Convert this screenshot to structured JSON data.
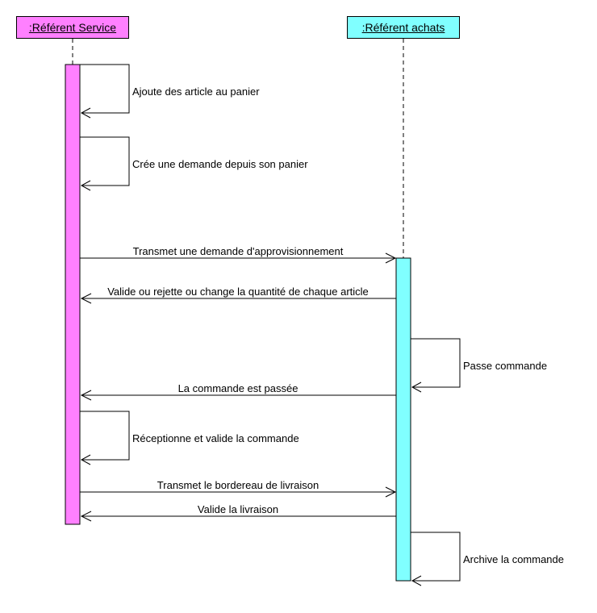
{
  "participants": [
    {
      "id": "service",
      "label": ":Référent Service",
      "color": "#ff80ff"
    },
    {
      "id": "achats",
      "label": ":Référent achats",
      "color": "#80ffff"
    }
  ],
  "messages": [
    {
      "id": "m1",
      "from": "service",
      "to": "service",
      "label": "Ajoute des article au panier"
    },
    {
      "id": "m2",
      "from": "service",
      "to": "service",
      "label": "Crée une demande depuis son panier"
    },
    {
      "id": "m3",
      "from": "service",
      "to": "achats",
      "label": "Transmet une demande d'approvisionnement"
    },
    {
      "id": "m4",
      "from": "achats",
      "to": "service",
      "label": "Valide ou rejette ou change la quantité de chaque article"
    },
    {
      "id": "m5",
      "from": "achats",
      "to": "achats",
      "label": "Passe commande"
    },
    {
      "id": "m6",
      "from": "achats",
      "to": "service",
      "label": "La commande est passée"
    },
    {
      "id": "m7",
      "from": "service",
      "to": "service",
      "label": "Réceptionne et valide la commande"
    },
    {
      "id": "m8",
      "from": "service",
      "to": "achats",
      "label": "Transmet le bordereau de livraison"
    },
    {
      "id": "m9",
      "from": "achats",
      "to": "service",
      "label": "Valide la livraison"
    },
    {
      "id": "m10",
      "from": "achats",
      "to": "achats",
      "label": "Archive la commande"
    }
  ]
}
